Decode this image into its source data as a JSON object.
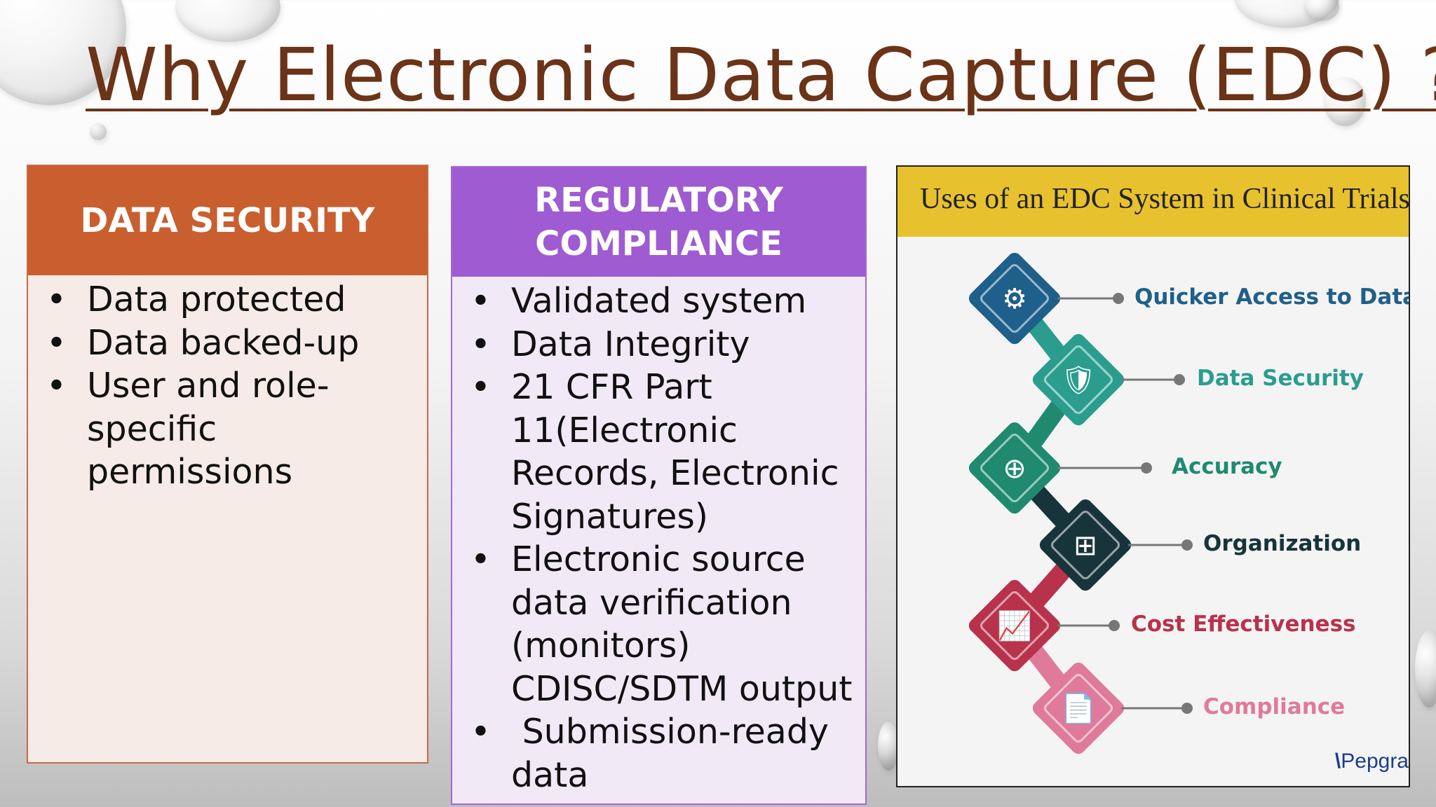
{
  "slide": {
    "title": "Why Electronic Data Capture (EDC) ?"
  },
  "data_security": {
    "heading": "DATA SECURITY",
    "items": [
      "Data protected",
      "Data backed-up",
      "User and role-specific permissions"
    ]
  },
  "regulatory": {
    "heading_line1": "REGULATORY",
    "heading_line2": "COMPLIANCE",
    "items": [
      "Validated system",
      "Data Integrity",
      "21 CFR Part 11(Electronic Records, Electronic Signatures)",
      "Electronic source data verification (monitors) CDISC/SDTM output",
      " Submission-ready data"
    ]
  },
  "edc_uses": {
    "title": "Uses of an EDC System in Clinical Trials",
    "uses": [
      {
        "label": "Quicker Access to Data",
        "color": "#1f5f8b",
        "icon": "workflow-icon"
      },
      {
        "label": "Data Security",
        "color": "#2a9d8f",
        "icon": "shield-folder-icon"
      },
      {
        "label": "Accuracy",
        "color": "#1f8a70",
        "icon": "target-icon"
      },
      {
        "label": "Organization",
        "color": "#17343a",
        "icon": "org-chart-icon"
      },
      {
        "label": "Cost Effectiveness",
        "color": "#b8324b",
        "icon": "growth-chart-icon"
      },
      {
        "label": "Compliance",
        "color": "#e07a9a",
        "icon": "document-check-icon"
      }
    ],
    "brand": "Pepgra"
  }
}
